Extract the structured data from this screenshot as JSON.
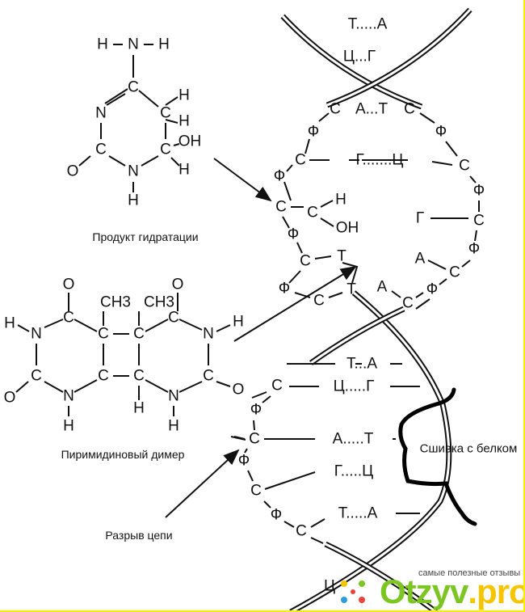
{
  "hydration_product": {
    "caption": "Продукт гидратации",
    "atoms": [
      "H",
      "N",
      "H",
      "C",
      "H",
      "N",
      "C",
      "H",
      "C",
      "OH",
      "O",
      "N",
      "C",
      "H",
      "H"
    ]
  },
  "pyrimidine_dimer": {
    "caption": "Пиримидиновый димер",
    "atoms": [
      "O",
      "CH3",
      "CH3",
      "O",
      "H",
      "N",
      "C",
      "C",
      "C",
      "C",
      "N",
      "H",
      "C",
      "C",
      "C",
      "C",
      "O",
      "N",
      "H",
      "H",
      "N",
      "H",
      "O"
    ]
  },
  "dna": {
    "atoms": [
      "Т.....А",
      "Ц...Г",
      "С",
      "А...Т",
      "С",
      "Ф",
      "С",
      "Г.......Ц",
      "С",
      "Ф",
      "Ф",
      "Ф",
      "С",
      "Г",
      "А",
      "С",
      "Ф",
      "Ф",
      "С",
      "А",
      "С",
      "С",
      "Н",
      "ОН",
      "Ф",
      "С",
      "Т",
      "Ф",
      "С",
      "Т",
      "Т...А",
      "С",
      "Ц.....Г",
      "Ф",
      "С",
      "А.....Т",
      "Ф",
      "Г.....Ц",
      "С",
      "Ф",
      "С",
      "Т.....А",
      "Ц"
    ],
    "crosslink_label": "Сшивка с белком",
    "break_label": "Разрыв цепи"
  },
  "watermark": {
    "tagline": "самые полезные отзывы",
    "brand": "Otzyv",
    "brand_suffix": ".pro",
    "colors": {
      "green": "#7cc523",
      "yellow": "#f7c500"
    }
  }
}
